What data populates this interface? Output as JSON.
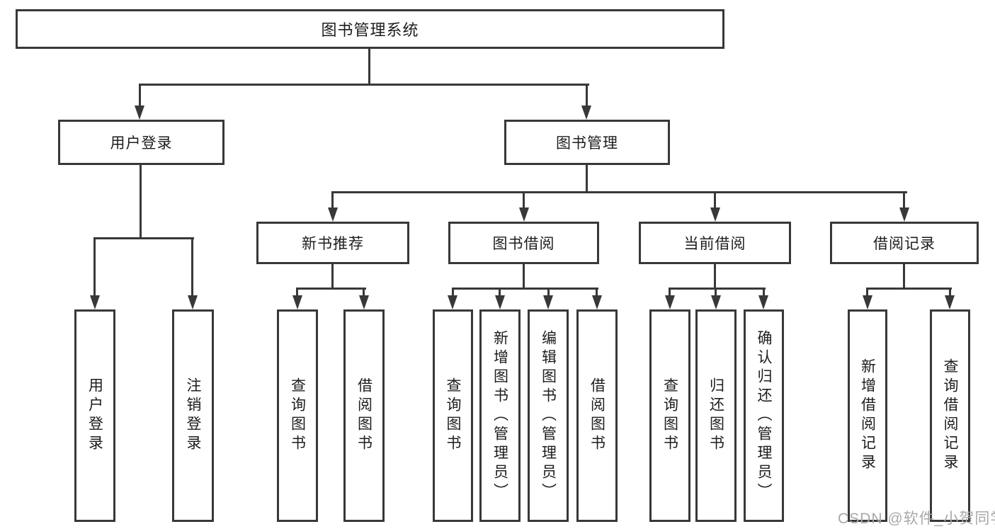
{
  "tree": {
    "root": {
      "label": "图书管理系统"
    },
    "branches": [
      {
        "label": "用户登录",
        "children": [
          {
            "label": "用户登录"
          },
          {
            "label": "注销登录"
          }
        ]
      },
      {
        "label": "图书管理",
        "children": [
          {
            "label": "新书推荐",
            "children": [
              {
                "label": "查询图书"
              },
              {
                "label": "借阅图书"
              }
            ]
          },
          {
            "label": "图书借阅",
            "children": [
              {
                "label": "查询图书"
              },
              {
                "label": "新增图书（管理员）"
              },
              {
                "label": "编辑图书（管理员）"
              },
              {
                "label": "借阅图书"
              }
            ]
          },
          {
            "label": "当前借阅",
            "children": [
              {
                "label": "查询图书"
              },
              {
                "label": "归还图书"
              },
              {
                "label": "确认归还（管理员）"
              }
            ]
          },
          {
            "label": "借阅记录",
            "children": [
              {
                "label": "新增借阅记录"
              },
              {
                "label": "查询借阅记录"
              }
            ]
          }
        ]
      }
    ]
  },
  "watermark": {
    "text": "CSDN @软件_小贺同学"
  },
  "colors": {
    "line": "#383838",
    "text": "#1d1d1d",
    "background": "#ffffff",
    "watermark": "#a8a8a8"
  }
}
